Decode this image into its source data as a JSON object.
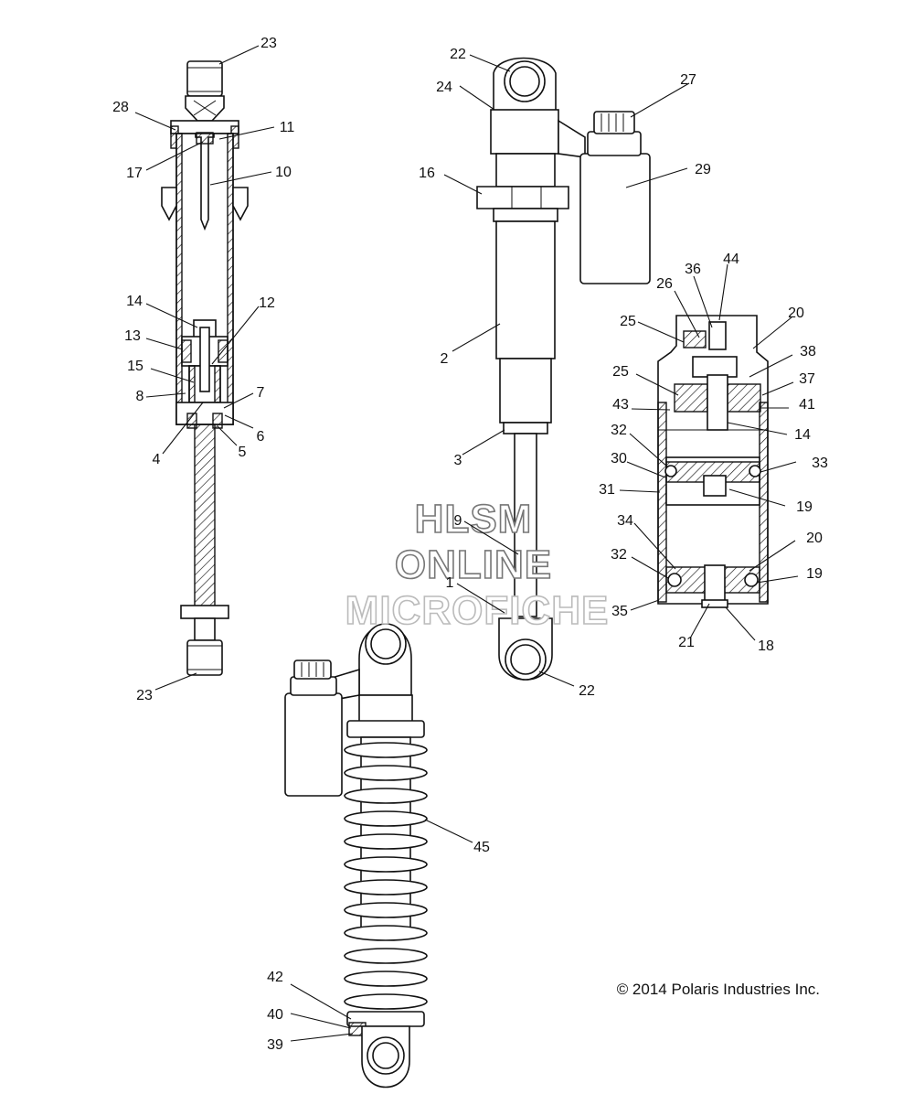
{
  "watermark": {
    "line1": "HLSM",
    "line2": "ONLINE",
    "line3": "MICROFICHE"
  },
  "copyright": "© 2014 Polaris Industries Inc.",
  "callouts": {
    "c23a": "23",
    "c28": "28",
    "c11": "11",
    "c17": "17",
    "c10": "10",
    "c14a": "14",
    "c12": "12",
    "c13": "13",
    "c15": "15",
    "c8": "8",
    "c7": "7",
    "c4": "4",
    "c5": "5",
    "c6": "6",
    "c23b": "23",
    "c22a": "22",
    "c27": "27",
    "c24": "24",
    "c16": "16",
    "c29": "29",
    "c2": "2",
    "c3": "3",
    "c9": "9",
    "c1": "1",
    "c22b": "22",
    "c36": "36",
    "c44": "44",
    "c26": "26",
    "c25a": "25",
    "c20a": "20",
    "c38": "38",
    "c25b": "25",
    "c37": "37",
    "c43": "43",
    "c41": "41",
    "c14b": "14",
    "c32a": "32",
    "c30": "30",
    "c33": "33",
    "c31": "31",
    "c19a": "19",
    "c34": "34",
    "c20b": "20",
    "c32b": "32",
    "c19b": "19",
    "c35": "35",
    "c21": "21",
    "c18": "18",
    "c45": "45",
    "c42": "42",
    "c40": "40",
    "c39": "39"
  }
}
